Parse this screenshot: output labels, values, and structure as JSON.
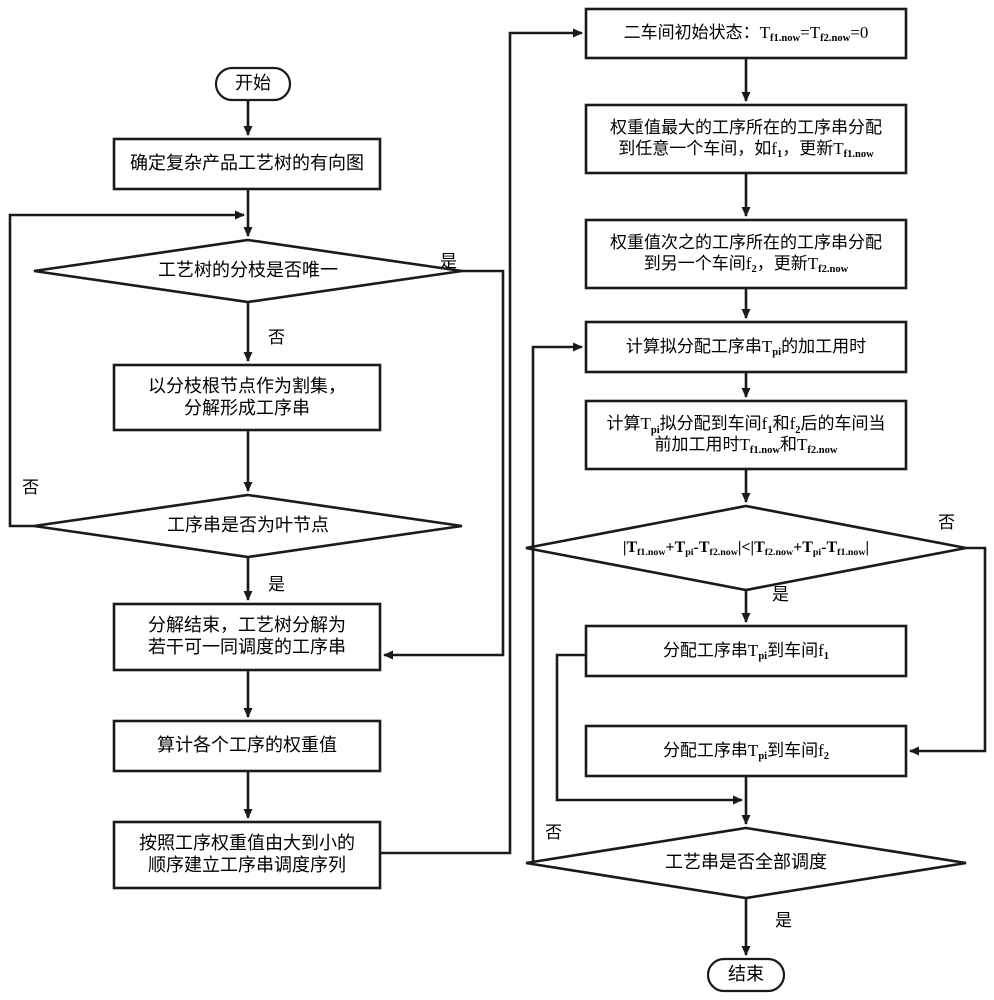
{
  "diagram": {
    "title": "复杂产品工艺树分解与双车间调度流程图",
    "stroke_color": "#1a1a1a",
    "fill_color": "#ffffff"
  },
  "nodes": {
    "start": {
      "label": "开始",
      "shape": "terminator"
    },
    "n1": {
      "label": "确定复杂产品工艺树的有向图",
      "shape": "process"
    },
    "d1": {
      "label": "工艺树的分枝是否唯一",
      "shape": "decision"
    },
    "n2": {
      "line1": "以分枝根节点作为割集，",
      "line2": "分解形成工序串",
      "shape": "process"
    },
    "d2": {
      "label": "工序串是否为叶节点",
      "shape": "decision"
    },
    "n3": {
      "line1": "分解结束，工艺树分解为",
      "line2": "若干可一同调度的工序串",
      "shape": "process"
    },
    "n4": {
      "label": "算计各个工序的权重值",
      "shape": "process"
    },
    "n5": {
      "line1": "按照工序权重值由大到小的",
      "line2": "顺序建立工序串调度序列",
      "shape": "process"
    },
    "r1": {
      "html": "二车间初始状态：T<sub>f1.now</sub>=T<sub>f2.now</sub>=0",
      "shape": "process"
    },
    "r2": {
      "line1": "权重值最大的工序所在的工序串分配",
      "line2": "到任意一个车间，如f<sub>1</sub>，更新T<sub>f1.now</sub>",
      "shape": "process"
    },
    "r3": {
      "line1": "权重值次之的工序所在的工序串分配",
      "line2": "到另一个车间f<sub>2</sub>，更新T<sub>f2.now</sub>",
      "shape": "process"
    },
    "r4": {
      "html": "计算拟分配工序串T<sub>pi</sub>的加工用时",
      "shape": "process"
    },
    "r5": {
      "line1": "计算T<sub>pi</sub>拟分配到车间f<sub>1</sub>和f<sub>2</sub>后的车间当",
      "line2": "前加工用时T<sub>f1.now</sub>和T<sub>f2.now</sub>",
      "shape": "process"
    },
    "d3": {
      "html": "|T<sub>f1.now</sub>+T<sub>pi</sub>-T<sub>f2.now</sub>|&lt;|T<sub>f2.now</sub>+T<sub>pi</sub>-T<sub>f1.now</sub>|",
      "shape": "decision"
    },
    "r6": {
      "html": "分配工序串T<sub>pi</sub>到车间f<sub>1</sub>",
      "shape": "process"
    },
    "r7": {
      "html": "分配工序串T<sub>pi</sub>到车间f<sub>2</sub>",
      "shape": "process"
    },
    "d4": {
      "label": "工艺串是否全部调度",
      "shape": "decision"
    },
    "end": {
      "label": "结束",
      "shape": "terminator"
    }
  },
  "edge_labels": {
    "d1_yes": "是",
    "d1_no": "否",
    "d2_no": "否",
    "d2_yes": "是",
    "d3_no": "否",
    "d3_yes": "是",
    "d4_no": "否",
    "d4_yes": "是"
  }
}
